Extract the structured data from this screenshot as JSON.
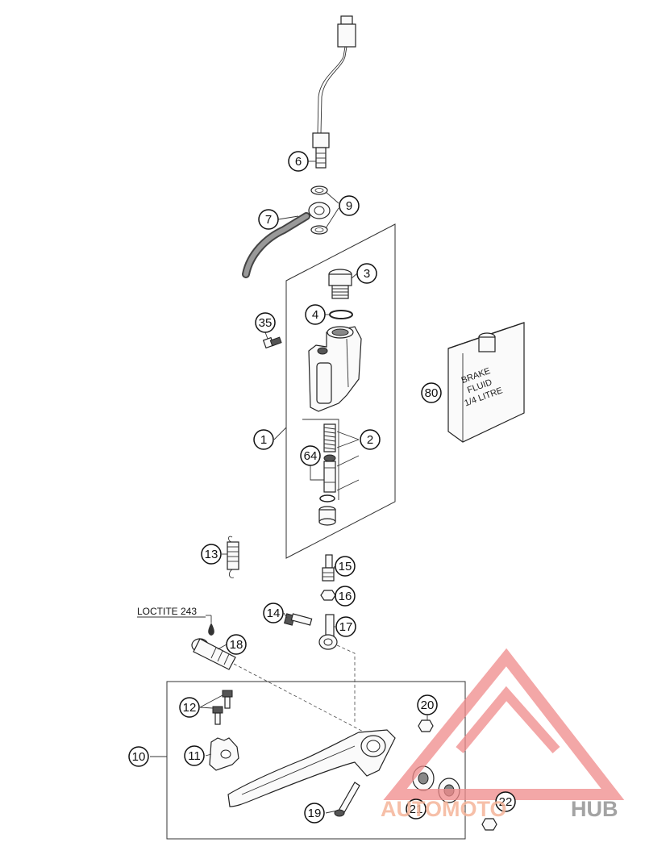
{
  "labels": {
    "loctite": "LOCTITE 243",
    "bottle_line1": "BRAKE",
    "bottle_line2": "FLUID",
    "bottle_line3": "1/4 LITRE"
  },
  "callouts": [
    "6",
    "9",
    "7",
    "3",
    "4",
    "35",
    "80",
    "1",
    "2",
    "64",
    "13",
    "15",
    "16",
    "14",
    "17",
    "18",
    "12",
    "20",
    "10",
    "11",
    "19",
    "21",
    "22"
  ],
  "watermark": {
    "word_a": "AUTOMOTO",
    "word_b": "HUB",
    "color_accent": "#f5b59a",
    "color_dark": "#9a9a9a"
  }
}
